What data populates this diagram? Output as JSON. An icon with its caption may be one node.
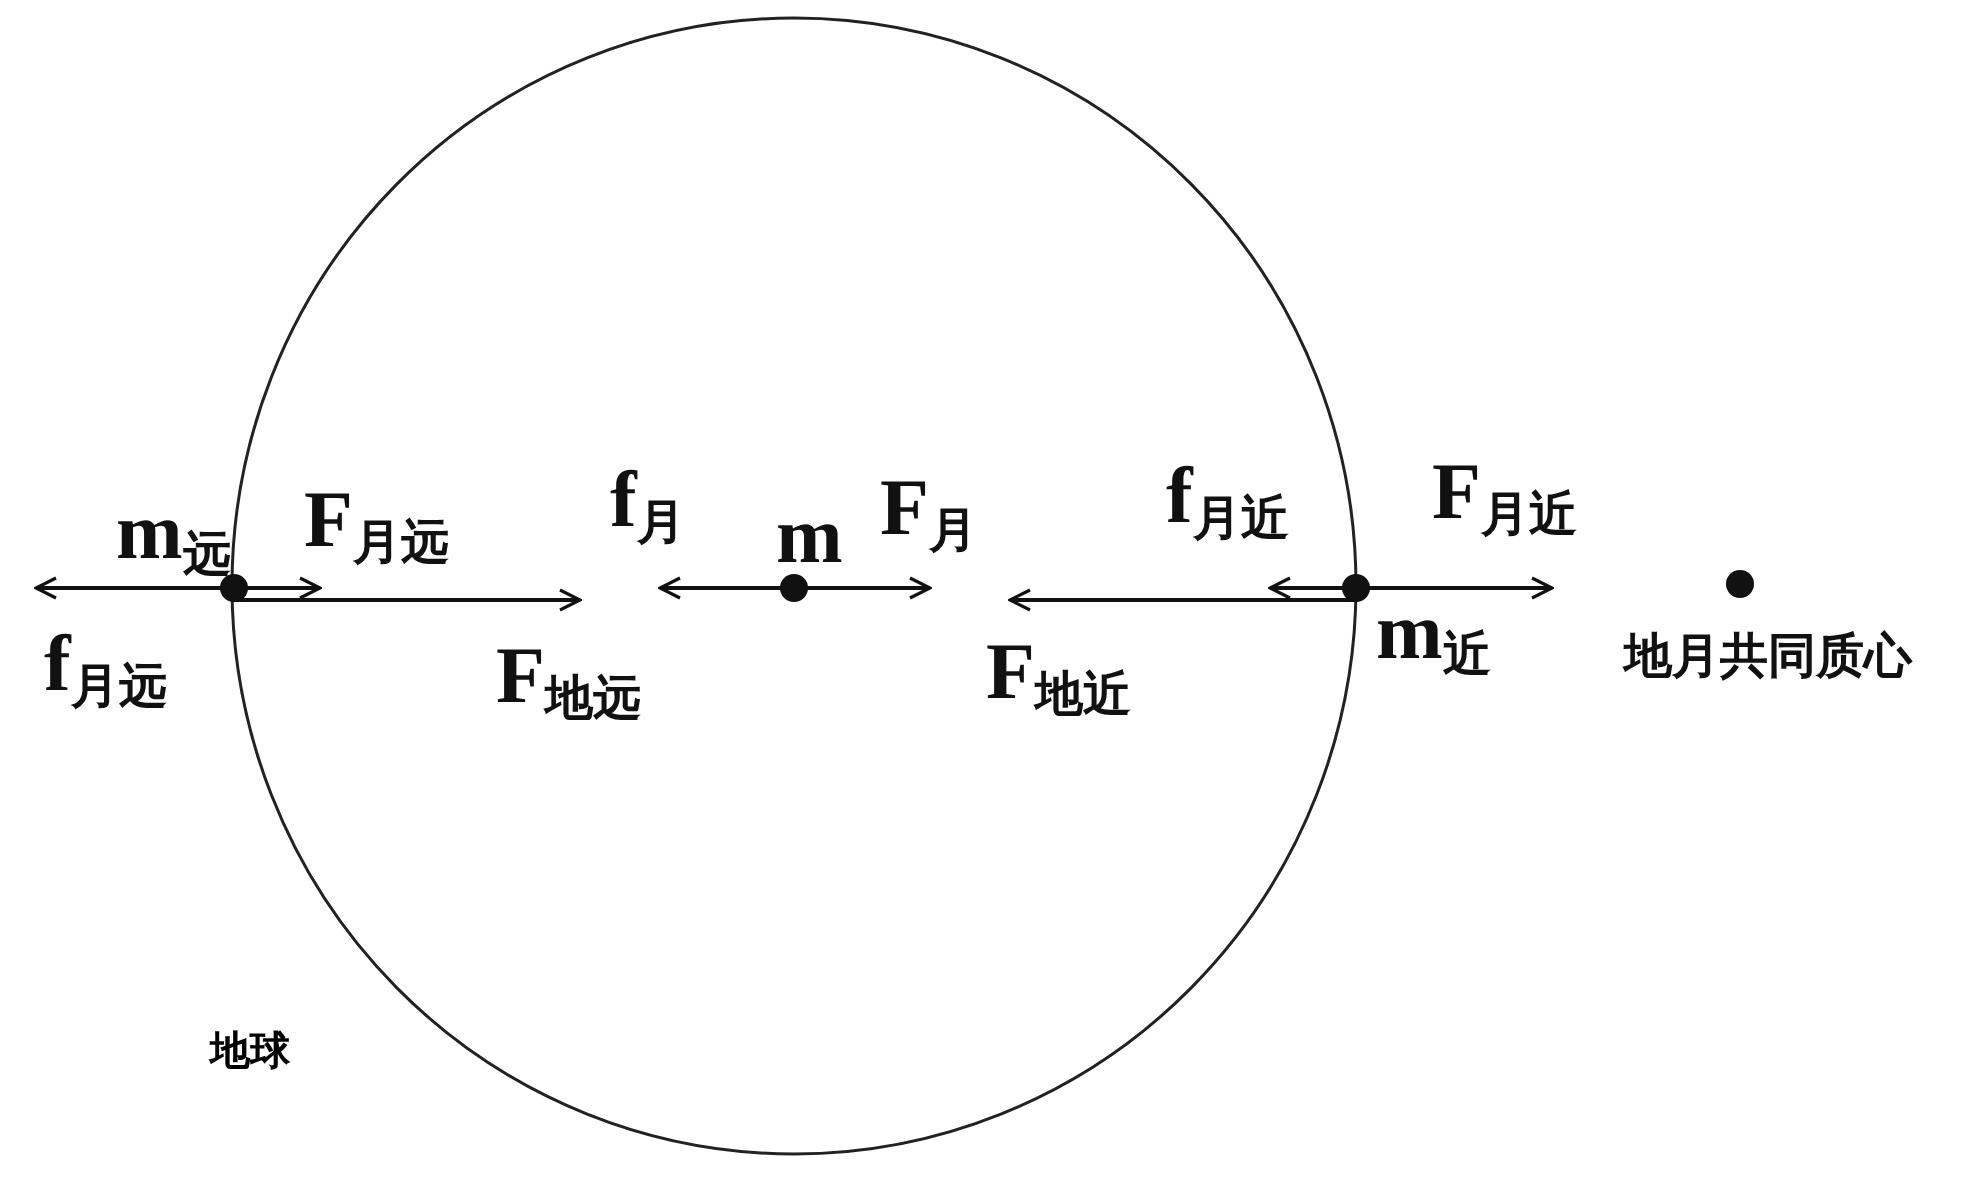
{
  "diagram": {
    "nodes": [
      {
        "text": [
          "地球"
        ]
      },
      {
        "text": [],
        "shape": "circle",
        "beside": [
          "m$_{远}$"
        ]
      },
      {
        "text": [],
        "shape": "circle",
        "in": 0,
        "beside": [
          "m"
        ]
      },
      {
        "text": [],
        "shape": "circle",
        "beside": [
          "m$_{近}$"
        ]
      },
      {
        "text": [],
        "shape": "circle",
        "beside": [
          "地月共同质心"
        ]
      }
    ],
    "labels": [
      "F$_{月远}$",
      "f$_{月}$",
      "F$_{月}$",
      "f$_{月近}$",
      "F$_{月近}$",
      "f$_{月远}$",
      "F$_{地远}$",
      "F$_{地近}$"
    ]
  }
}
